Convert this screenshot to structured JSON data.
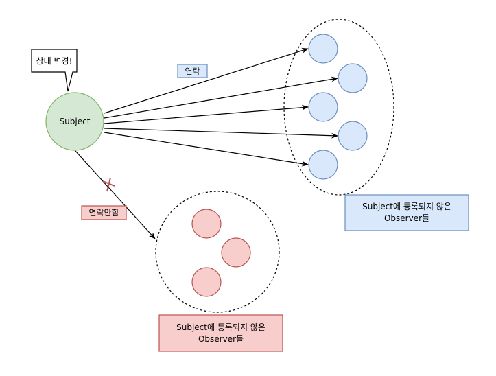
{
  "subject": {
    "label": "Subject",
    "fill": "#d5e8d4",
    "stroke": "#82b366"
  },
  "callout": {
    "text": "상태 변경!"
  },
  "notify_label": {
    "text": "연락",
    "fill": "#dae8fc",
    "stroke": "#6c8ebf"
  },
  "no_notify_label": {
    "text": "연락안함",
    "fill": "#f8cecc",
    "stroke": "#b85450"
  },
  "registered_group": {
    "observer_count": 5,
    "node_fill": "#dae8fc",
    "node_stroke": "#6c8ebf",
    "caption_lines": [
      "Subject에 등록되지 않은",
      "Observer들"
    ],
    "caption_fill": "#dae8fc",
    "caption_stroke": "#6c8ebf"
  },
  "unregistered_group": {
    "observer_count": 3,
    "node_fill": "#f8cecc",
    "node_stroke": "#b85450",
    "caption_lines": [
      "Subject에 등록되지 않은",
      "Observer들"
    ],
    "caption_fill": "#f8cecc",
    "caption_stroke": "#b85450"
  },
  "blocked_marker_color": "#b85450"
}
